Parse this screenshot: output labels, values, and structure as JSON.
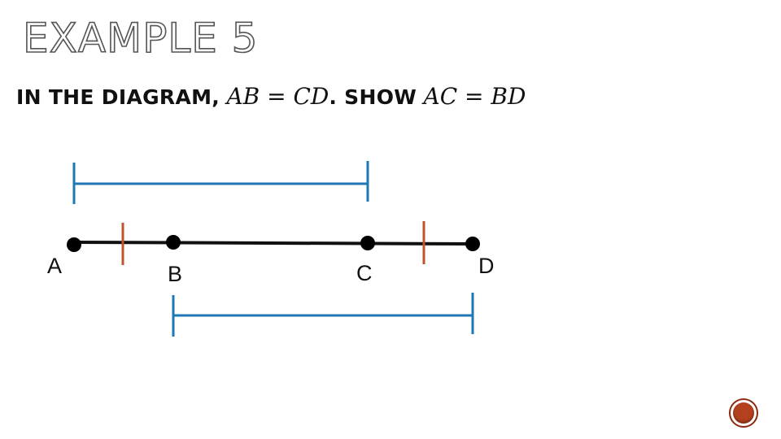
{
  "slide": {
    "title": "EXAMPLE 5",
    "prompt": {
      "lead": "In the diagram,",
      "given": "AB = CD",
      "mid": ". Show",
      "goal": "AC = BD"
    }
  },
  "diagram": {
    "points": [
      "A",
      "B",
      "C",
      "D"
    ],
    "segment_line_color": "#111111",
    "congruence_tick_color": "#c0532a",
    "bracket_color": "#1f77b4",
    "brackets": [
      {
        "from": "A",
        "to": "C",
        "position": "above"
      },
      {
        "from": "B",
        "to": "D",
        "position": "below"
      }
    ],
    "tick_marks": [
      {
        "segment": "AB"
      },
      {
        "segment": "CD"
      }
    ]
  },
  "navigation": {
    "icon": "circle-nav-icon",
    "color": "#b4411d"
  }
}
